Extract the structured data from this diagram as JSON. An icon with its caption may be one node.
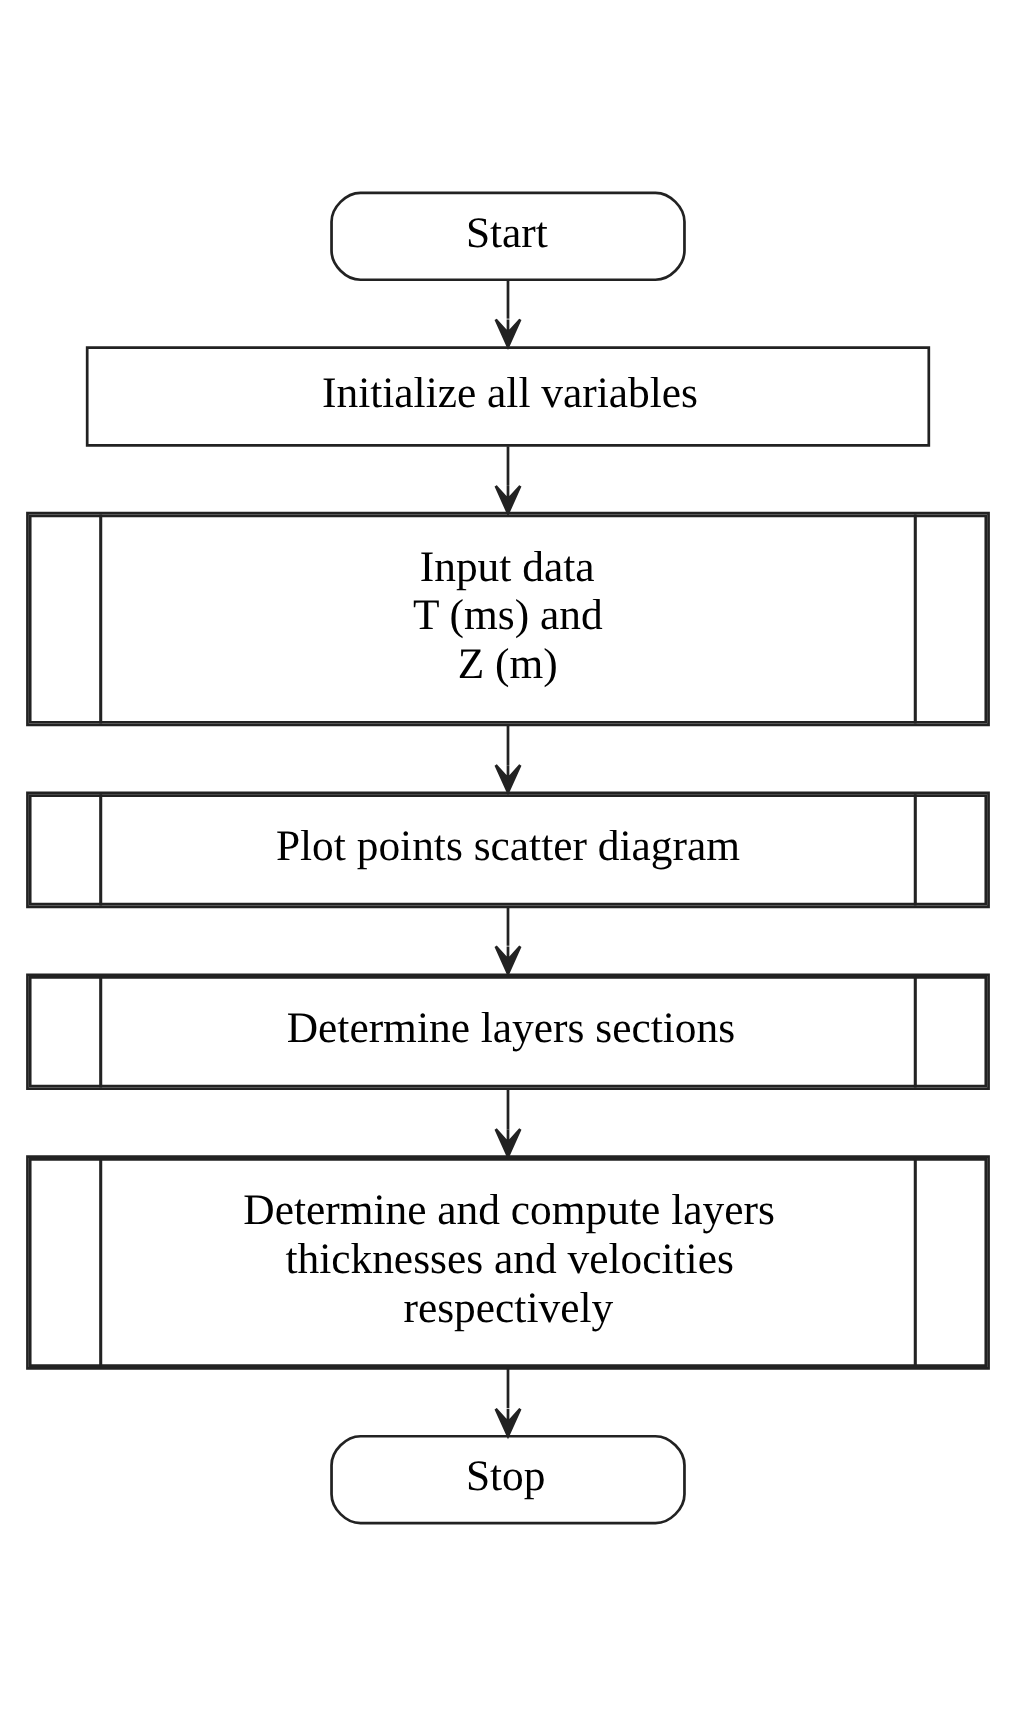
{
  "diagram": {
    "nodes": [
      {
        "text": [
          "Start"
        ]
      },
      {
        "text": [
          "Initialize all variables"
        ]
      },
      {
        "text": [
          "Input data T (ms) and Z (m)"
        ]
      },
      {
        "text": [
          "Plot points scatter diagram"
        ]
      },
      {
        "text": [
          "Determine layers sections"
        ]
      },
      {
        "text": [
          "Determine and compute layers thicknesses and velocities respectively"
        ]
      },
      {
        "text": [
          "Stop"
        ]
      }
    ],
    "edges": [
      {
        "from": 0,
        "to": 1,
        "arrow": "to"
      },
      {
        "from": 1,
        "to": 2,
        "arrow": "to"
      },
      {
        "from": 2,
        "to": 3,
        "arrow": "to"
      },
      {
        "from": 3,
        "to": 4,
        "arrow": "to"
      },
      {
        "from": 4,
        "to": 5,
        "arrow": "to"
      },
      {
        "from": 5,
        "to": 6,
        "arrow": "to"
      }
    ]
  }
}
